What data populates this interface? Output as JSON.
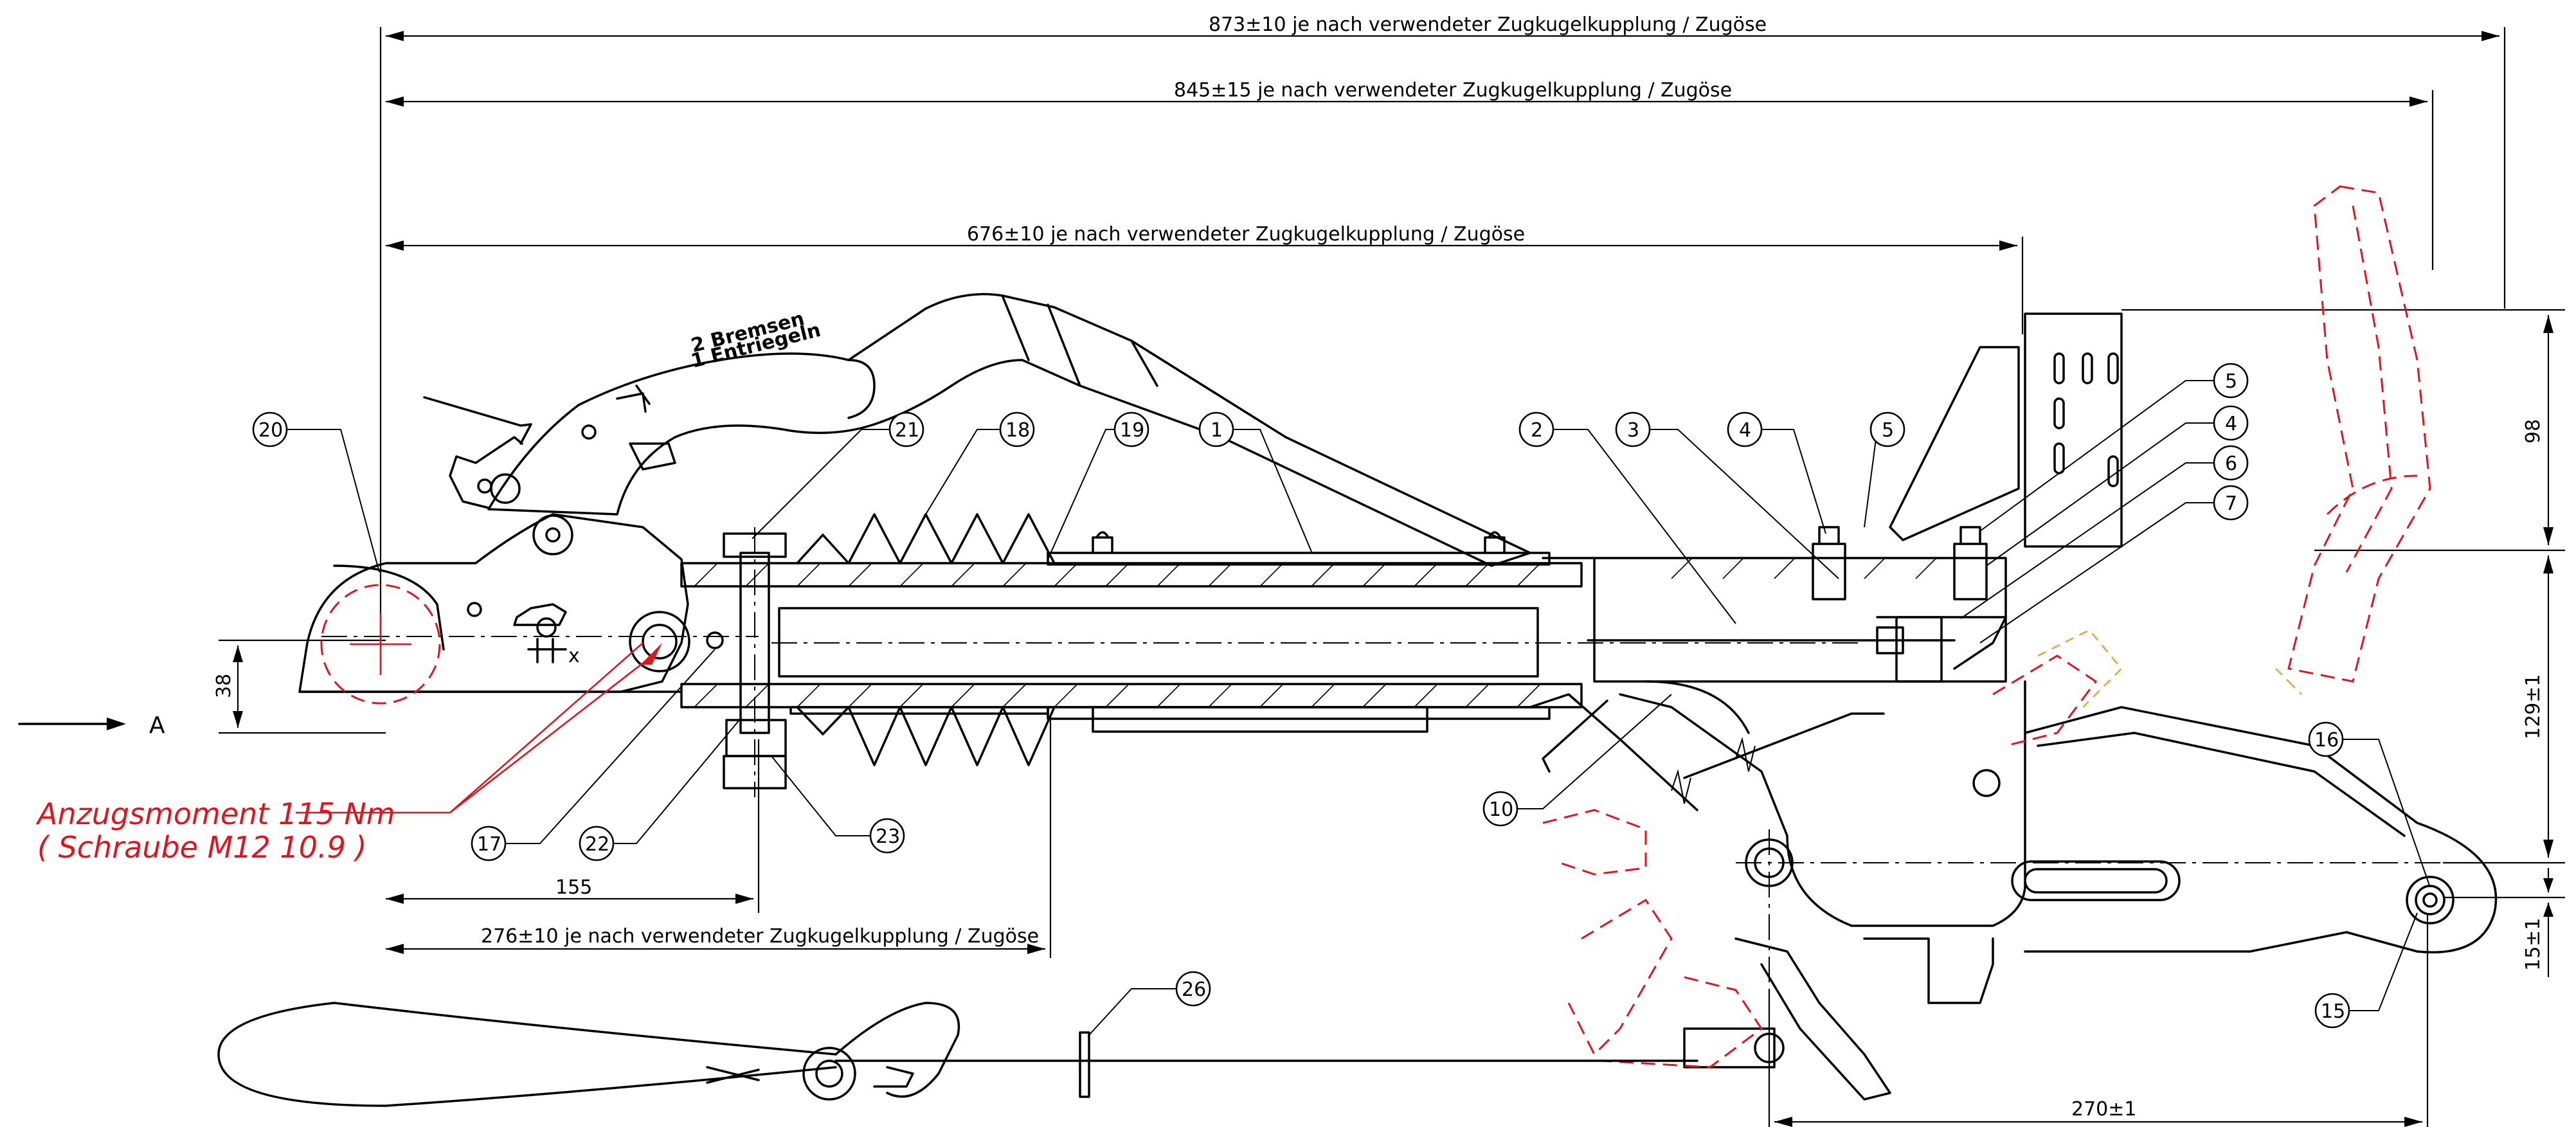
{
  "dimensions": {
    "d873": "873±10  je nach verwendeter Zugkugelkupplung / Zugöse",
    "d845": "845±15  je nach verwendeter Zugkugelkupplung / Zugöse",
    "d676": "676±10  je nach verwendeter Zugkugelkupplung / Zugöse",
    "d276": "276±10  je nach verwendeter Zugkugelkupplung / Zugöse",
    "d155": "155",
    "d38": "38",
    "d98": "98",
    "d129": "129±1",
    "d15": "15±1",
    "d270": "270±1"
  },
  "view_label": "A",
  "torque": {
    "line1": "Anzugsmoment 115 Nm",
    "line2": "( Schraube M12 10.9 )"
  },
  "balloons": [
    "1",
    "2",
    "3",
    "4",
    "5",
    "5",
    "4",
    "6",
    "7",
    "10",
    "15",
    "16",
    "17",
    "18",
    "19",
    "20",
    "21",
    "22",
    "23",
    "26"
  ],
  "embossing": {
    "line1": "2 Bremsen",
    "line2": "1 Entriegeln"
  },
  "colors": {
    "line": "#000000",
    "alternate_position": "#e0141e",
    "torque_note": "#e0141e",
    "intermediate_position": "#f2a23c"
  }
}
